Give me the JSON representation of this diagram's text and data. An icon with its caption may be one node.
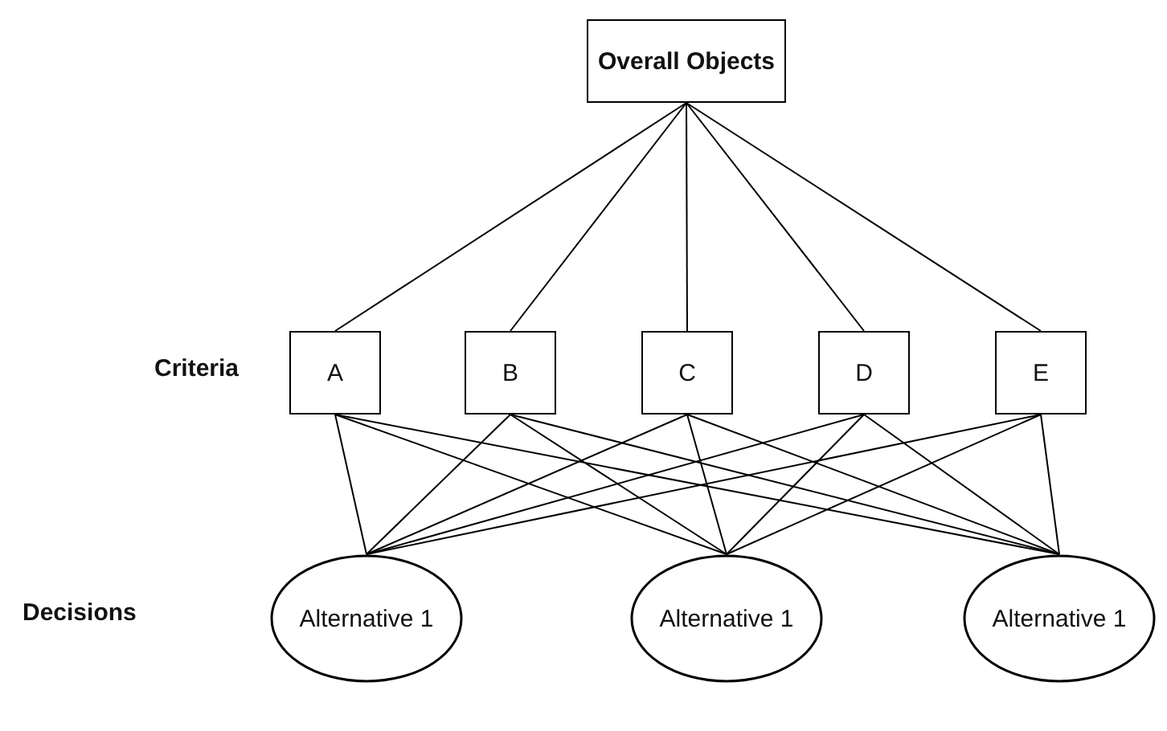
{
  "diagram": {
    "nodes": [
      {
        "text": [
          "Overall Objects"
        ]
      },
      {
        "text": [
          "A"
        ]
      },
      {
        "text": [
          "B"
        ]
      },
      {
        "text": [
          "C"
        ]
      },
      {
        "text": [
          "D"
        ]
      },
      {
        "text": [
          "E"
        ]
      },
      {
        "text": [
          "Alternative 1"
        ]
      },
      {
        "text": [
          "Alternative 1"
        ]
      },
      {
        "text": [
          "Alternative 1"
        ]
      }
    ],
    "edges": [
      {
        "from": 0,
        "to": 1,
        "arrow": "none"
      },
      {
        "from": 0,
        "to": 2,
        "arrow": "none"
      },
      {
        "from": 0,
        "to": 3,
        "arrow": "none"
      },
      {
        "from": 0,
        "to": 4,
        "arrow": "none"
      },
      {
        "from": 0,
        "to": 5,
        "arrow": "none"
      },
      {
        "from": 1,
        "to": 6,
        "arrow": "none"
      },
      {
        "from": 1,
        "to": 7,
        "arrow": "none"
      },
      {
        "from": 1,
        "to": 8,
        "arrow": "none"
      },
      {
        "from": 2,
        "to": 6,
        "arrow": "none"
      },
      {
        "from": 2,
        "to": 7,
        "arrow": "none"
      },
      {
        "from": 2,
        "to": 8,
        "arrow": "none"
      },
      {
        "from": 3,
        "to": 6,
        "arrow": "none"
      },
      {
        "from": 3,
        "to": 7,
        "arrow": "none"
      },
      {
        "from": 3,
        "to": 8,
        "arrow": "none"
      },
      {
        "from": 4,
        "to": 6,
        "arrow": "none"
      },
      {
        "from": 4,
        "to": 7,
        "arrow": "none"
      },
      {
        "from": 4,
        "to": 8,
        "arrow": "none"
      },
      {
        "from": 5,
        "to": 6,
        "arrow": "none"
      },
      {
        "from": 5,
        "to": 7,
        "arrow": "none"
      },
      {
        "from": 5,
        "to": 8,
        "arrow": "none"
      }
    ],
    "labels": [
      "Criteria",
      "Decisions"
    ]
  }
}
